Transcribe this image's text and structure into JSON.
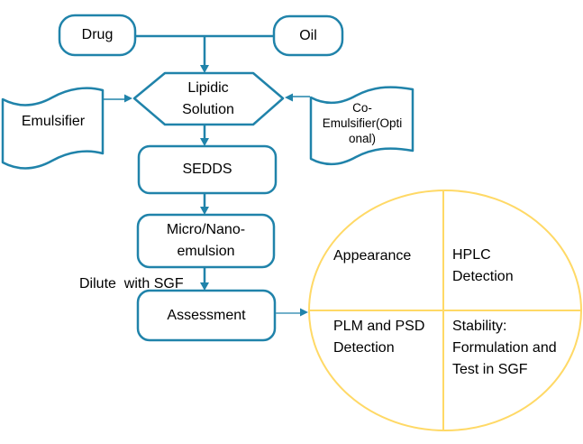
{
  "diagram": {
    "title": "SEDDS formulation flowchart",
    "nodes": {
      "drug": "Drug",
      "oil": "Oil",
      "lipidic": "Lipidic\nSolution",
      "emulsifier": "Emulsifier",
      "co_emulsifier": "Co-\nEmulsifier(Opti\nonal)",
      "sedds": "SEDDS",
      "micro_nano": "Micro/Nano-\nemulsion",
      "assessment": "Assessment"
    },
    "labels": {
      "dilute": "Dilute  with SGF"
    },
    "quadrants": {
      "top_left": "Appearance",
      "top_right": "HPLC\nDetection",
      "bottom_left": "PLM and PSD\nDetection",
      "bottom_right": "Stability:\nFormulation and\nTest in SGF"
    },
    "colors": {
      "node_stroke": "#2083AA",
      "connector_light": "#5EA4C2",
      "circle_stroke": "#FFD966",
      "text": "#000000",
      "background": "#FFFFFF"
    }
  }
}
